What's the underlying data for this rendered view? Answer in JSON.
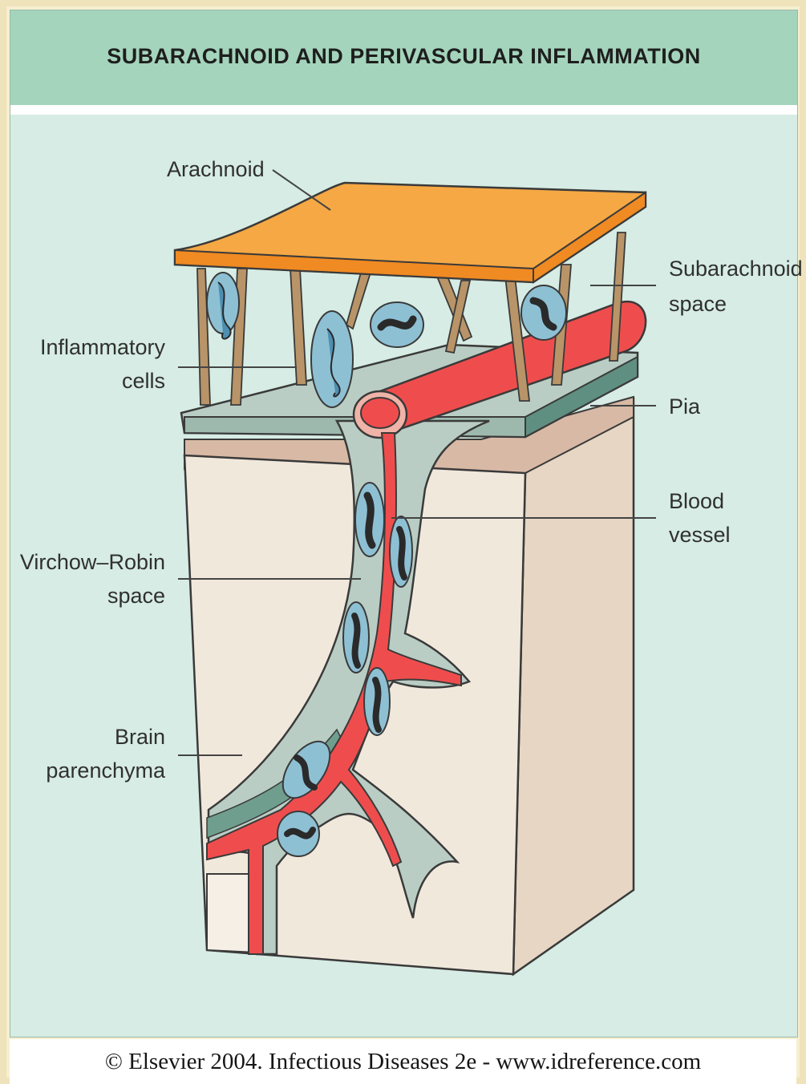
{
  "title": "SUBARACHNOID AND PERIVASCULAR INFLAMMATION",
  "labels": {
    "arachnoid": "Arachnoid",
    "subarachnoid_1": "Subarachnoid",
    "subarachnoid_2": "space",
    "inflammatory_1": "Inflammatory",
    "inflammatory_2": "cells",
    "pia": "Pia",
    "blood_1": "Blood",
    "blood_2": "vessel",
    "virchow_1": "Virchow–Robin",
    "virchow_2": "space",
    "brain_1": "Brain",
    "brain_2": "parenchyma"
  },
  "footer": "© Elsevier 2004. Infectious Diseases 2e - www.idreference.com",
  "colors": {
    "background_panel": "#d6ece4",
    "title_bar": "#a4d4bc",
    "arachnoid": "#f5a844",
    "pia": "#7fa99a",
    "csf_space": "#b9cdc4",
    "brain_tissue": "#f1e8dc",
    "blood_vessel": "#ef4d4d",
    "inflammatory_cell": "#8ec0d4"
  }
}
